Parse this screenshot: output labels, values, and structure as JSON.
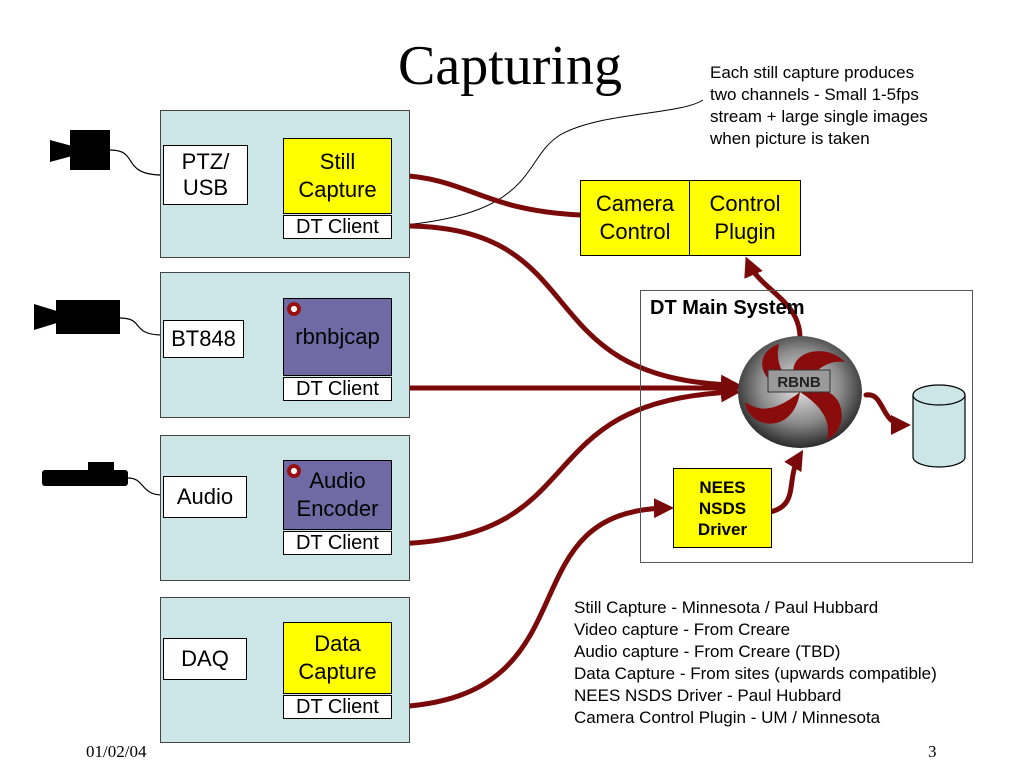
{
  "title": "Capturing",
  "callout": [
    "Each still capture produces",
    "two channels - Small 1-5fps",
    "stream + large single images",
    "when picture is taken"
  ],
  "panels": [
    {
      "input": [
        "PTZ/",
        "USB"
      ],
      "module": [
        "Still",
        "Capture"
      ],
      "client": "DT Client"
    },
    {
      "input": [
        "BT848"
      ],
      "module": [
        "rbnbjcap"
      ],
      "client": "DT Client"
    },
    {
      "input": [
        "Audio"
      ],
      "module": [
        "Audio",
        "Encoder"
      ],
      "client": "DT Client"
    },
    {
      "input": [
        "DAQ"
      ],
      "module": [
        "Data",
        "Capture"
      ],
      "client": "DT Client"
    }
  ],
  "camera_control": [
    "Camera",
    "Control"
  ],
  "control_plugin": [
    "Control",
    "Plugin"
  ],
  "main_system": {
    "title": "DT Main System",
    "logo_text": "RBNB"
  },
  "nees_driver": [
    "NEES",
    "NSDS",
    "Driver"
  ],
  "credits": [
    "Still Capture - Minnesota / Paul Hubbard",
    "Video capture - From Creare",
    "Audio capture - From Creare (TBD)",
    "Data Capture - From sites (upwards compatible)",
    "NEES NSDS Driver - Paul Hubbard",
    "Camera Control Plugin - UM / Minnesota"
  ],
  "footer": {
    "date": "01/02/04",
    "page": "3"
  },
  "colors": {
    "panel": "#cce6e8",
    "highlight": "#ffff00",
    "module_purple": "#6f6aa3",
    "arrow": "#7a0a0a"
  },
  "icons": [
    "ptz-camera-icon",
    "video-camera-icon",
    "microphone-icon",
    "rbnb-logo",
    "database-icon"
  ]
}
